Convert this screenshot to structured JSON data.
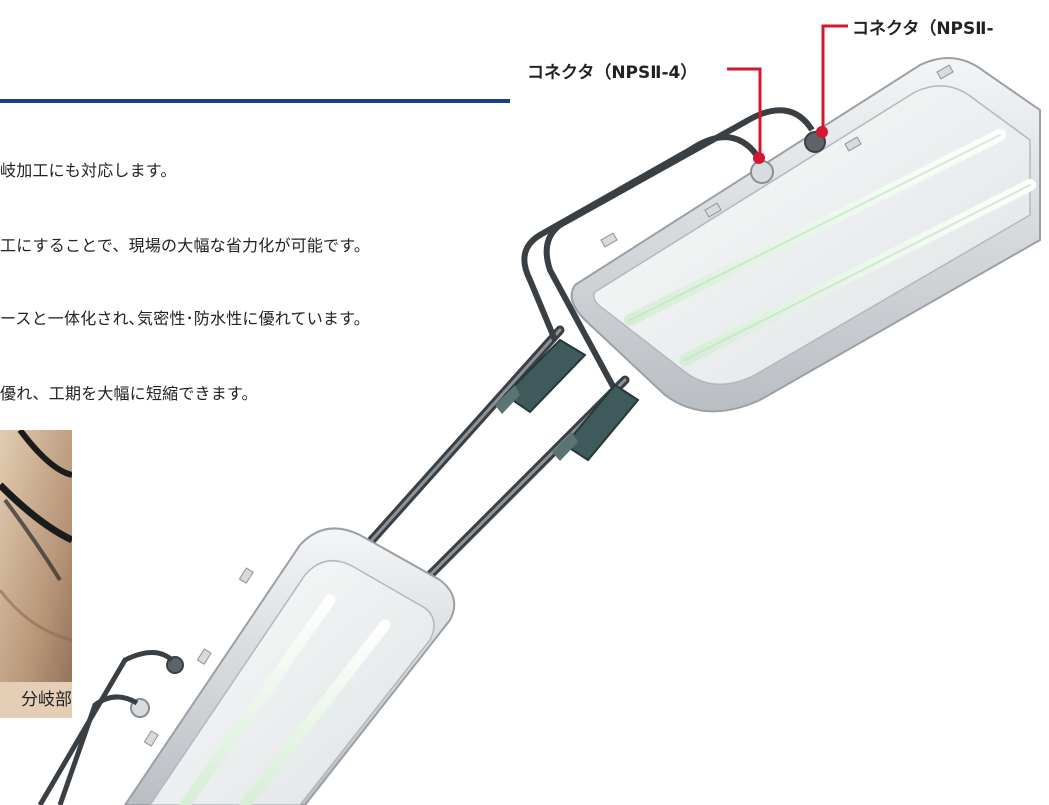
{
  "connector_labels": {
    "top": "コネクタ（NPSⅡ-",
    "middle": "コネクタ（NPSⅡ-4）"
  },
  "features": [
    "岐加工にも対応します。",
    "工にすることで、現場の大幅な省力化が可能です。",
    "ースと一体化され､気密性･防水性に優れています。",
    "優れ、工期を大幅に短縮できます。"
  ],
  "photo_caption": "分岐部",
  "colors": {
    "rule": "#1d3c86",
    "callout_line": "#d3172e",
    "photo_bg": "#c9a98a",
    "caption_bg": "#e4cfb6"
  }
}
